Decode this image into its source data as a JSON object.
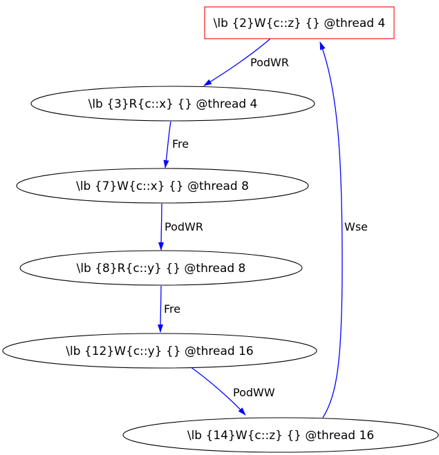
{
  "graph": {
    "nodes": [
      {
        "id": "2",
        "label": "\\lb {2}W{c::z} {} @thread 4",
        "shape": "box",
        "border": "#ff0000"
      },
      {
        "id": "3",
        "label": "\\lb {3}R{c::x} {} @thread 4",
        "shape": "ellipse",
        "border": "#000000"
      },
      {
        "id": "7",
        "label": "\\lb {7}W{c::x} {} @thread 8",
        "shape": "ellipse",
        "border": "#000000"
      },
      {
        "id": "8",
        "label": "\\lb {8}R{c::y} {} @thread 8",
        "shape": "ellipse",
        "border": "#000000"
      },
      {
        "id": "12",
        "label": "\\lb {12}W{c::y} {} @thread 16",
        "shape": "ellipse",
        "border": "#000000"
      },
      {
        "id": "14",
        "label": "\\lb {14}W{c::z} {} @thread 16",
        "shape": "ellipse",
        "border": "#000000"
      }
    ],
    "edges": [
      {
        "from": "2",
        "to": "3",
        "label": "PodWR"
      },
      {
        "from": "3",
        "to": "7",
        "label": "Fre"
      },
      {
        "from": "7",
        "to": "8",
        "label": "PodWR"
      },
      {
        "from": "8",
        "to": "12",
        "label": "Fre"
      },
      {
        "from": "12",
        "to": "14",
        "label": "PodWW"
      },
      {
        "from": "14",
        "to": "2",
        "label": "Wse"
      }
    ],
    "colors": {
      "edge": "#0000ff",
      "highlight_node_border": "#ff0000",
      "node_border": "#000000",
      "background": "#ffffff",
      "text": "#000000"
    }
  }
}
